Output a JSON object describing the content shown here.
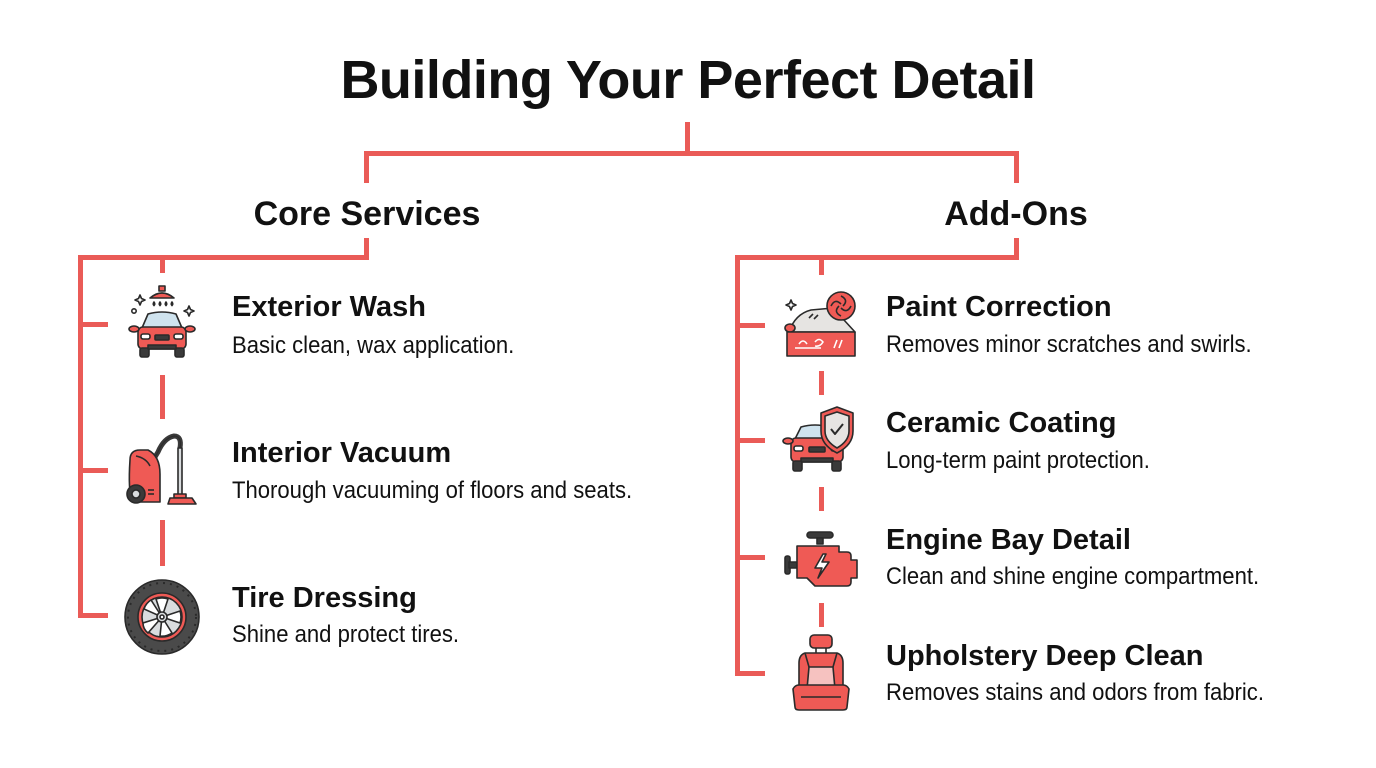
{
  "title": "Building Your Perfect Detail",
  "colors": {
    "connector": "#ea5b57",
    "icon_red": "#ef5a55",
    "icon_dark": "#3a3a3a",
    "icon_light": "#d9dcde",
    "text": "#111111",
    "background": "#ffffff"
  },
  "groups": [
    {
      "title": "Core Services",
      "items": [
        {
          "icon": "car-wash-icon",
          "name": "Exterior Wash",
          "description": "Basic clean, wax application."
        },
        {
          "icon": "vacuum-cleaner-icon",
          "name": "Interior Vacuum",
          "description": "Thorough vacuuming of floors and seats."
        },
        {
          "icon": "tire-icon",
          "name": "Tire Dressing",
          "description": "Shine and protect tires."
        }
      ]
    },
    {
      "title": "Add-Ons",
      "items": [
        {
          "icon": "paint-polisher-icon",
          "name": "Paint Correction",
          "description": "Removes minor scratches and swirls."
        },
        {
          "icon": "car-shield-icon",
          "name": "Ceramic Coating",
          "description": "Long-term paint protection."
        },
        {
          "icon": "engine-icon",
          "name": "Engine Bay Detail",
          "description": "Clean and shine engine compartment."
        },
        {
          "icon": "car-seat-icon",
          "name": "Upholstery Deep Clean",
          "description": "Removes stains and odors from fabric."
        }
      ]
    }
  ]
}
